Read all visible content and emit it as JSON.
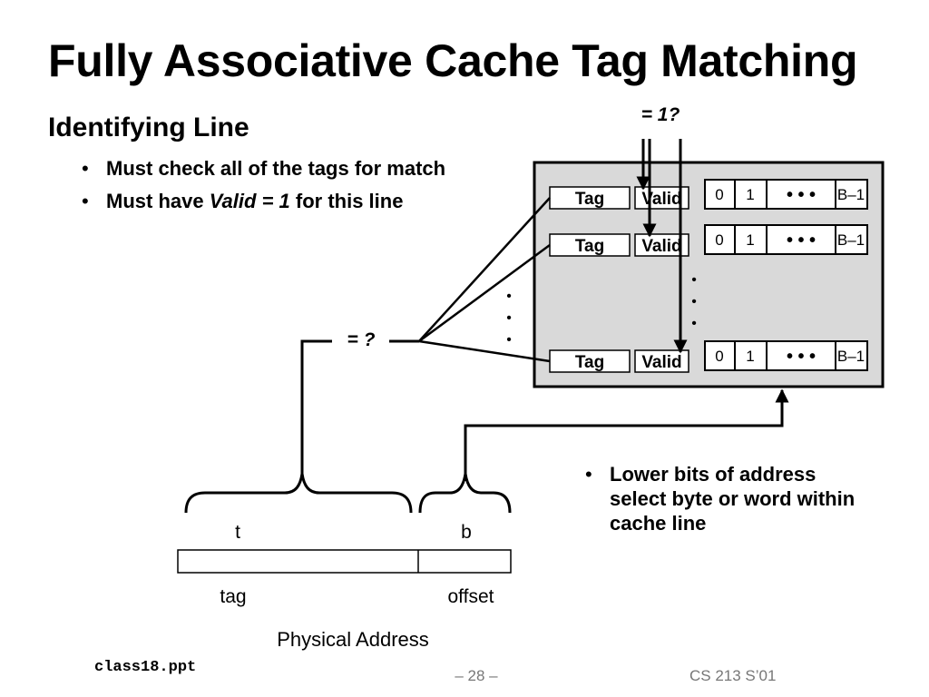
{
  "slide": {
    "title": "Fully Associative Cache Tag Matching",
    "subtitle": "Identifying Line",
    "bullets": [
      {
        "text": "Must check all of the tags for match"
      },
      {
        "prefix": "Must have ",
        "emph": "Valid = 1",
        "suffix": " for this line"
      }
    ],
    "right_bullet": "Lower bits of address select byte or word within cache line",
    "bullet_glyph": "•"
  },
  "cache": {
    "valid_check_label": "= 1?",
    "tag_compare_label": "= ?",
    "lines": [
      {
        "tag_label": "Tag",
        "valid_label": "Valid",
        "bytes": [
          "0",
          "1",
          "• • •",
          "B–1"
        ]
      },
      {
        "tag_label": "Tag",
        "valid_label": "Valid",
        "bytes": [
          "0",
          "1",
          "• • •",
          "B–1"
        ]
      },
      {
        "tag_label": "Tag",
        "valid_label": "Valid",
        "bytes": [
          "0",
          "1",
          "• • •",
          "B–1"
        ]
      }
    ],
    "ellipsis_dot": "•",
    "fill_color": "#d9d9d9"
  },
  "address": {
    "field_t_label": "t",
    "field_b_label": "b",
    "tag_field_name": "tag",
    "offset_field_name": "offset",
    "caption": "Physical Address"
  },
  "footer": {
    "file": "class18.ppt",
    "page": "– 28 –",
    "course": "CS 213 S’01"
  }
}
